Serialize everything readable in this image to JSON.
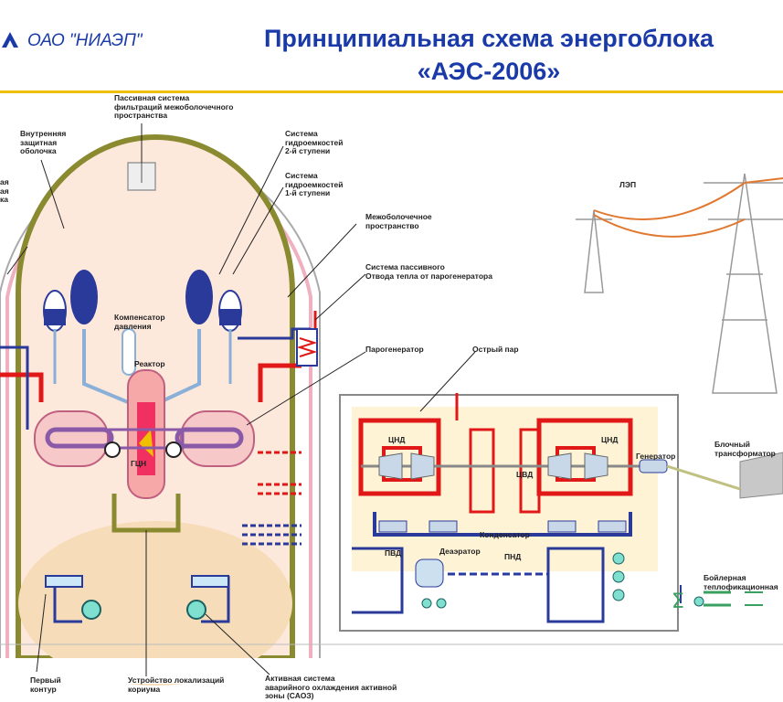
{
  "header": {
    "org": "ОАО \"НИАЭП\"",
    "title_line1": "Принципиальная схема энергоблока",
    "title_line2": "«АЭС-2006»",
    "accent_color": "#1a3aa8",
    "rule_color": "#f0c000"
  },
  "labels": {
    "passive_filtration": "Пассивная система\nфильтраций межоболочечного\nпространства",
    "inner_shell": "Внутренняя\nзащитная\nоболочка",
    "outer_shell_partial": "ая\nая\nка",
    "hydro_stage2": "Система\nгидроемкостей\n2-й ступени",
    "hydro_stage1": "Система\nгидроемкостей\n1-й ступени",
    "intershell_space": "Межоболочечное\nпространство",
    "passive_heat_removal": "Система пассивного\nОтвода тепла от парогенератора",
    "pressurizer": "Компенсатор\nдавления",
    "reactor": "Реактор",
    "steam_generator": "Парогенератор",
    "live_steam": "Острый пар",
    "power_line": "ЛЭП",
    "gcn": "ГЦН",
    "lpc_left": "ЦНД",
    "lpc_right": "ЦНД",
    "hpc": "ЦВД",
    "generator": "Генератор",
    "block_transformer": "Блочный\nтрансформатор",
    "condenser": "Конденсатор",
    "hp_heaters": "ПВД",
    "deaerator": "Деаэратор",
    "lp_heaters": "ПНД",
    "boiler_plant": "Бойлерная теплофикационная",
    "core_catcher": "Устройство локализаций\nкориума",
    "primary_circuit": "Первый\nконтур",
    "eccs": "Активная система\nаварийного охлаждения активной\nзоны (САОЗ)"
  },
  "colors": {
    "hot": "#e01818",
    "cold": "#2a3a9a",
    "steel": "#8ab0d8",
    "shell": "#8a8a30",
    "pink": "#f0b0c0"
  }
}
